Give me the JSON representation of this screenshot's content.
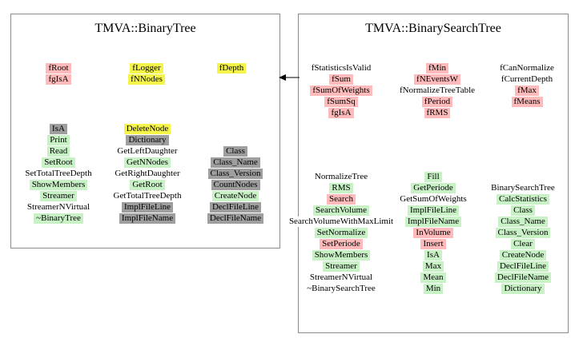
{
  "colors": {
    "pink": "#ffbbbb",
    "yellow": "#f4f44a",
    "green": "#c8f2c6",
    "gray": "#9e9e9e",
    "white": "#ffffff"
  },
  "arrow": {
    "type": "inheritance",
    "from": "TMVA::BinarySearchTree",
    "to": "TMVA::BinaryTree",
    "direction": "left"
  },
  "binary_tree": {
    "title": "TMVA::BinaryTree",
    "data_columns": [
      [
        {
          "label": "fRoot",
          "color": "pink"
        },
        {
          "label": "fgIsA",
          "color": "pink"
        }
      ],
      [
        {
          "label": "fLogger",
          "color": "yellow"
        },
        {
          "label": "fNNodes",
          "color": "yellow"
        }
      ],
      [
        {
          "label": "fDepth",
          "color": "yellow"
        }
      ]
    ],
    "method_columns": [
      [
        {
          "label": "IsA",
          "color": "gray"
        },
        {
          "label": "Print",
          "color": "green"
        },
        {
          "label": "Read",
          "color": "green"
        },
        {
          "label": "SetRoot",
          "color": "green"
        },
        {
          "label": "SetTotalTreeDepth",
          "color": "white"
        },
        {
          "label": "ShowMembers",
          "color": "green"
        },
        {
          "label": "Streamer",
          "color": "green"
        },
        {
          "label": "StreamerNVirtual",
          "color": "white"
        },
        {
          "label": "~BinaryTree",
          "color": "green"
        }
      ],
      [
        {
          "label": "DeleteNode",
          "color": "yellow"
        },
        {
          "label": "Dictionary",
          "color": "gray"
        },
        {
          "label": "GetLeftDaughter",
          "color": "white"
        },
        {
          "label": "GetNNodes",
          "color": "green"
        },
        {
          "label": "GetRightDaughter",
          "color": "white"
        },
        {
          "label": "GetRoot",
          "color": "green"
        },
        {
          "label": "GetTotalTreeDepth",
          "color": "white"
        },
        {
          "label": "ImplFileLine",
          "color": "gray"
        },
        {
          "label": "ImplFileName",
          "color": "gray"
        }
      ],
      [
        {
          "label": "Class",
          "color": "gray"
        },
        {
          "label": "Class_Name",
          "color": "gray"
        },
        {
          "label": "Class_Version",
          "color": "gray"
        },
        {
          "label": "CountNodes",
          "color": "gray"
        },
        {
          "label": "CreateNode",
          "color": "green"
        },
        {
          "label": "DeclFileLine",
          "color": "gray"
        },
        {
          "label": "DeclFileName",
          "color": "gray"
        }
      ]
    ]
  },
  "binary_search_tree": {
    "title": "TMVA::BinarySearchTree",
    "data_columns": [
      [
        {
          "label": "fStatisticsIsValid",
          "color": "white"
        },
        {
          "label": "fSum",
          "color": "pink"
        },
        {
          "label": "fSumOfWeights",
          "color": "pink"
        },
        {
          "label": "fSumSq",
          "color": "pink"
        },
        {
          "label": "fgIsA",
          "color": "pink"
        }
      ],
      [
        {
          "label": "fMin",
          "color": "pink"
        },
        {
          "label": "fNEventsW",
          "color": "pink"
        },
        {
          "label": "fNormalizeTreeTable",
          "color": "white"
        },
        {
          "label": "fPeriod",
          "color": "pink"
        },
        {
          "label": "fRMS",
          "color": "pink"
        }
      ],
      [
        {
          "label": "fCanNormalize",
          "color": "white"
        },
        {
          "label": "fCurrentDepth",
          "color": "white"
        },
        {
          "label": "fMax",
          "color": "pink"
        },
        {
          "label": "fMeans",
          "color": "pink"
        }
      ]
    ],
    "method_columns": [
      [
        {
          "label": "NormalizeTree",
          "color": "white"
        },
        {
          "label": "RMS",
          "color": "green"
        },
        {
          "label": "Search",
          "color": "pink"
        },
        {
          "label": "SearchVolume",
          "color": "green"
        },
        {
          "label": "SearchVolumeWithMaxLimit",
          "color": "white"
        },
        {
          "label": "SetNormalize",
          "color": "green"
        },
        {
          "label": "SetPeriode",
          "color": "pink"
        },
        {
          "label": "ShowMembers",
          "color": "green"
        },
        {
          "label": "Streamer",
          "color": "green"
        },
        {
          "label": "StreamerNVirtual",
          "color": "white"
        },
        {
          "label": "~BinarySearchTree",
          "color": "white"
        }
      ],
      [
        {
          "label": "Fill",
          "color": "green"
        },
        {
          "label": "GetPeriode",
          "color": "green"
        },
        {
          "label": "GetSumOfWeights",
          "color": "white"
        },
        {
          "label": "ImplFileLine",
          "color": "green"
        },
        {
          "label": "ImplFileName",
          "color": "green"
        },
        {
          "label": "InVolume",
          "color": "pink"
        },
        {
          "label": "Insert",
          "color": "pink"
        },
        {
          "label": "IsA",
          "color": "green"
        },
        {
          "label": "Max",
          "color": "green"
        },
        {
          "label": "Mean",
          "color": "green"
        },
        {
          "label": "Min",
          "color": "green"
        }
      ],
      [
        {
          "label": "BinarySearchTree",
          "color": "white"
        },
        {
          "label": "CalcStatistics",
          "color": "green"
        },
        {
          "label": "Class",
          "color": "green"
        },
        {
          "label": "Class_Name",
          "color": "green"
        },
        {
          "label": "Class_Version",
          "color": "green"
        },
        {
          "label": "Clear",
          "color": "green"
        },
        {
          "label": "CreateNode",
          "color": "green"
        },
        {
          "label": "DeclFileLine",
          "color": "green"
        },
        {
          "label": "DeclFileName",
          "color": "green"
        },
        {
          "label": "Dictionary",
          "color": "green"
        }
      ]
    ]
  }
}
